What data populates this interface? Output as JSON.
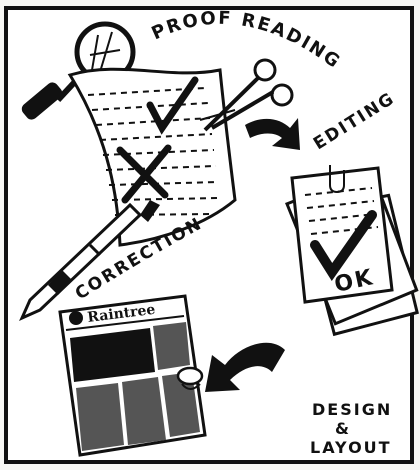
{
  "labels": {
    "proof_reading": "PROOF READING",
    "editing": "EDITING",
    "correction": "CORRECTION",
    "ok": "OK",
    "design": "DESIGN",
    "amp": "&",
    "layout": "LAYOUT"
  },
  "newspaper": {
    "title": "Raintree"
  },
  "colors": {
    "ink": "#111111",
    "paper": "#ffffff",
    "background": "#f7f7f4"
  }
}
